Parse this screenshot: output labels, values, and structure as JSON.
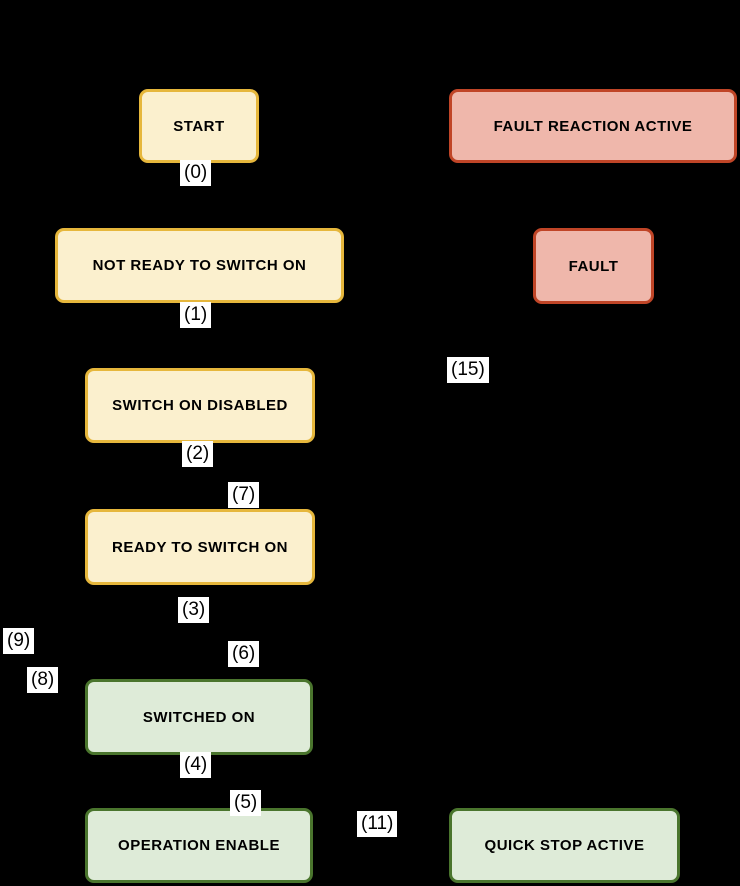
{
  "diagram": {
    "type": "state-machine",
    "background_color": "#000000"
  },
  "palette": {
    "yellow_fill": "#FBF0CE",
    "yellow_border": "#E6B73C",
    "red_fill": "#EFB7AB",
    "red_border": "#C04527",
    "green_fill": "#DEEBD8",
    "green_border": "#4A752D",
    "state_text_color": "#000000",
    "transition_label_bg": "#FFFFFF",
    "transition_label_text": "#000000"
  },
  "states": [
    {
      "id": "start",
      "label": "START",
      "color": "yellow"
    },
    {
      "id": "fault-reaction-active",
      "label": "FAULT REACTION ACTIVE",
      "color": "red"
    },
    {
      "id": "not-ready-to-switch-on",
      "label": "NOT READY TO SWITCH ON",
      "color": "yellow"
    },
    {
      "id": "fault",
      "label": "FAULT",
      "color": "red"
    },
    {
      "id": "switch-on-disabled",
      "label": "SWITCH ON DISABLED",
      "color": "yellow"
    },
    {
      "id": "ready-to-switch-on",
      "label": "READY TO SWITCH ON",
      "color": "yellow"
    },
    {
      "id": "switched-on",
      "label": "SWITCHED ON",
      "color": "green"
    },
    {
      "id": "operation-enable",
      "label": "OPERATION ENABLE",
      "color": "green"
    },
    {
      "id": "quick-stop-active",
      "label": "QUICK STOP ACTIVE",
      "color": "green"
    }
  ],
  "transitions": [
    {
      "label": "(0)"
    },
    {
      "label": "(1)"
    },
    {
      "label": "(2)"
    },
    {
      "label": "(7)"
    },
    {
      "label": "(3)"
    },
    {
      "label": "(9)"
    },
    {
      "label": "(6)"
    },
    {
      "label": "(8)"
    },
    {
      "label": "(4)"
    },
    {
      "label": "(5)"
    },
    {
      "label": "(15)"
    },
    {
      "label": "(11)"
    }
  ]
}
